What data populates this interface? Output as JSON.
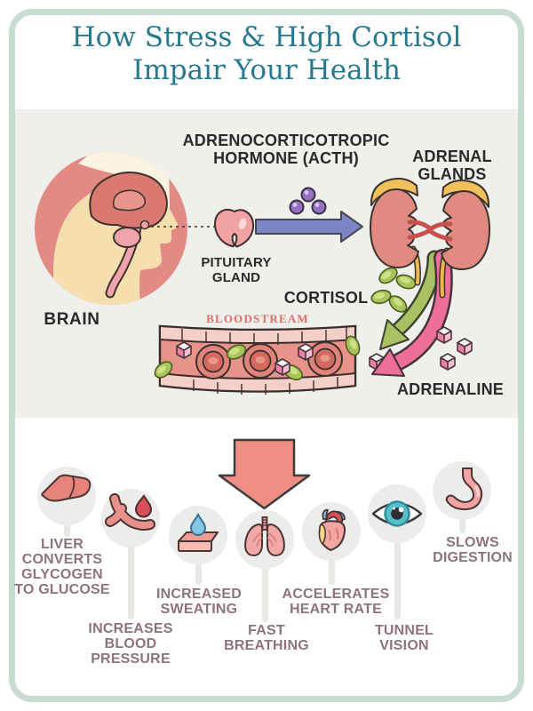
{
  "title": "How Stress & High Cortisol\nImpair Your Health",
  "pathway": {
    "acth": "ADRENOCORTICOTROPIC\nHORMONE (ACTH)",
    "adrenal_glands": "ADRENAL\nGLANDS",
    "pituitary": "PITUITARY\nGLAND",
    "brain": "BRAIN",
    "cortisol": "CORTISOL",
    "bloodstream": "BLOODSTREAM",
    "adrenaline": "ADRENALINE",
    "icons": [
      "brain-icon",
      "pituitary-gland-icon",
      "acth-arrow-icon",
      "acth-molecules-icon",
      "adrenal-glands-icon",
      "cortisol-molecules-icon",
      "cortisol-arrow-icon",
      "adrenaline-arrow-icon",
      "adrenaline-molecules-icon",
      "bloodstream-vessel-icon"
    ]
  },
  "effects": [
    {
      "icon": "liver-icon",
      "label": "LIVER\nCONVERTS\nGLYCOGEN\nTO GLUCOSE"
    },
    {
      "icon": "blood-vessel-icon",
      "label": "INCREASES\nBLOOD\nPRESSURE"
    },
    {
      "icon": "sweat-icon",
      "label": "INCREASED\nSWEATING"
    },
    {
      "icon": "lungs-icon",
      "label": "FAST\nBREATHING"
    },
    {
      "icon": "heart-icon",
      "label": "ACCELERATES\nHEART RATE"
    },
    {
      "icon": "eye-icon",
      "label": "TUNNEL\nVISION"
    },
    {
      "icon": "stomach-icon",
      "label": "SLOWS\nDIGESTION"
    }
  ],
  "colors": {
    "card_border": "#c9dcd1",
    "title_text": "#26798f",
    "pathway_bg": "#efefec",
    "label_dark": "#2b2a2a",
    "effect_label": "#8d7380",
    "bloodstream_label": "#df6f69",
    "acth_arrow_blue": "#7c86c5",
    "acth_molecule_purple": "#9470c0",
    "cortisol_green": "#a9c162",
    "adrenaline_pink": "#ee6e9b",
    "organ_salmon": "#e6837a",
    "big_arrow": "#ee8e85"
  }
}
